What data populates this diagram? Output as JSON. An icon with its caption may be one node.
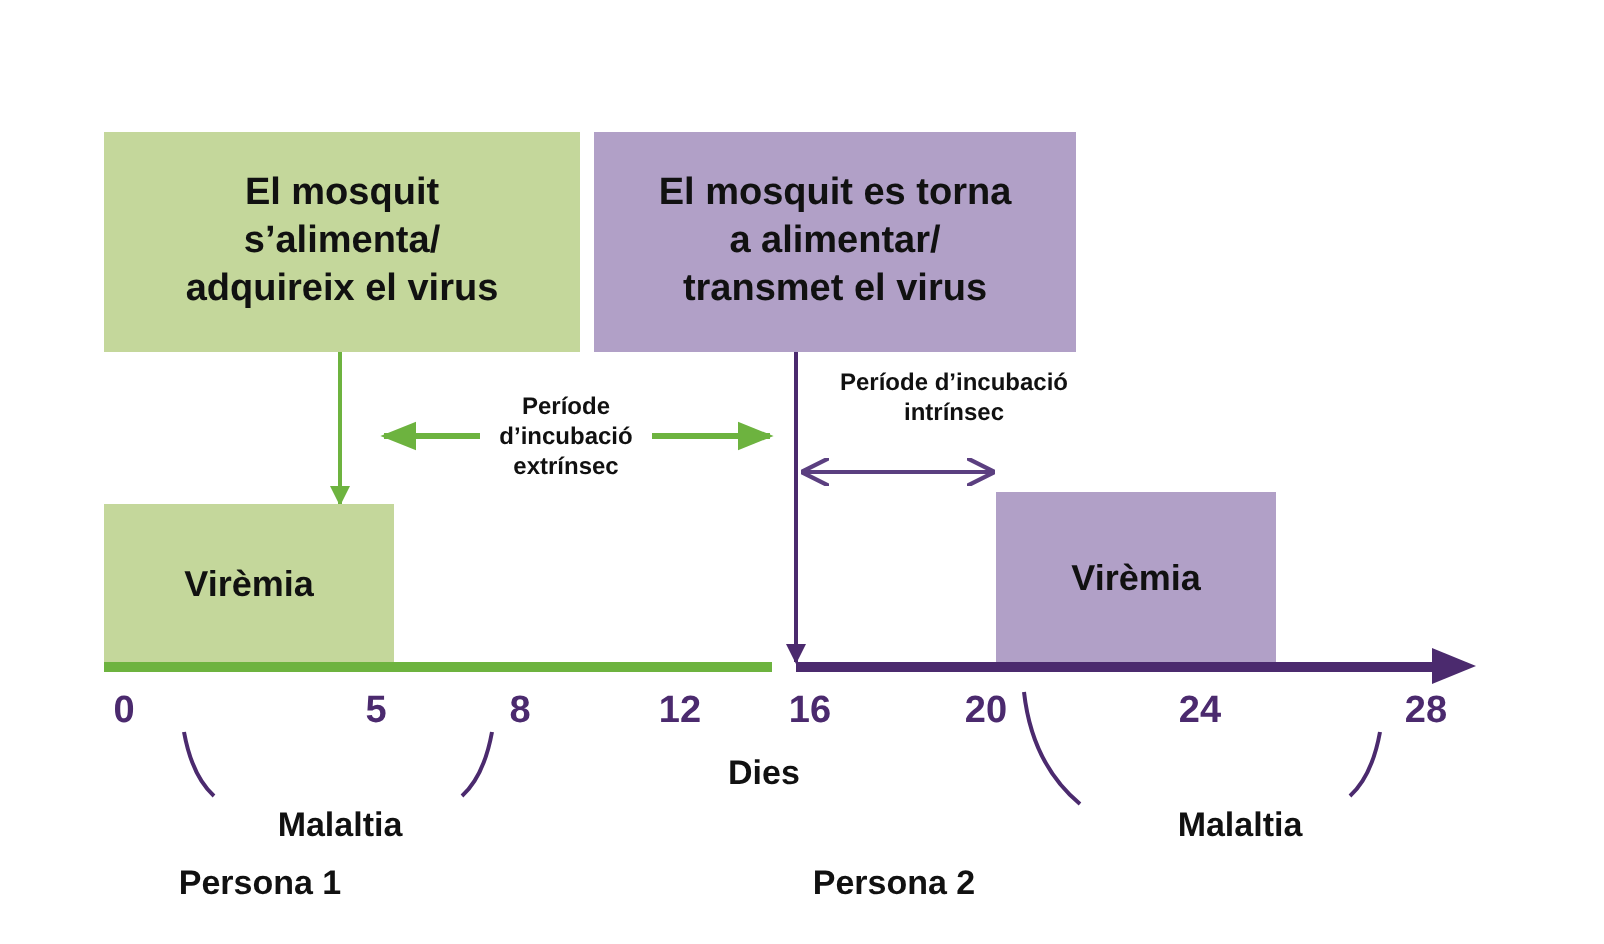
{
  "diagram": {
    "nodes": [
      {
        "text": [
          "El mosquit s’alimenta/ adquireix el virus"
        ]
      },
      {
        "text": [
          "El mosquit es torna a alimentar/ transmet el virus"
        ]
      },
      {
        "text": [
          "Virèmia"
        ]
      },
      {
        "text": [
          "Virèmia"
        ]
      },
      {
        "text": [],
        "shape": "bar"
      },
      {
        "text": [],
        "shape": "bar"
      }
    ],
    "edges": [
      {
        "from": 0,
        "to": 2,
        "arrow": "to"
      },
      {
        "from": 1,
        "to": 5,
        "arrow": "to",
        "color": "#4b2a6e"
      }
    ],
    "labels": [
      "Període d’incubació extrínsec",
      "Període d’incubació intrínsec",
      "0",
      "5",
      "8",
      "12",
      "16",
      "20",
      "24",
      "28",
      "Dies",
      "Malaltia",
      "Malaltia",
      "Persona 1",
      "Persona 2"
    ]
  }
}
